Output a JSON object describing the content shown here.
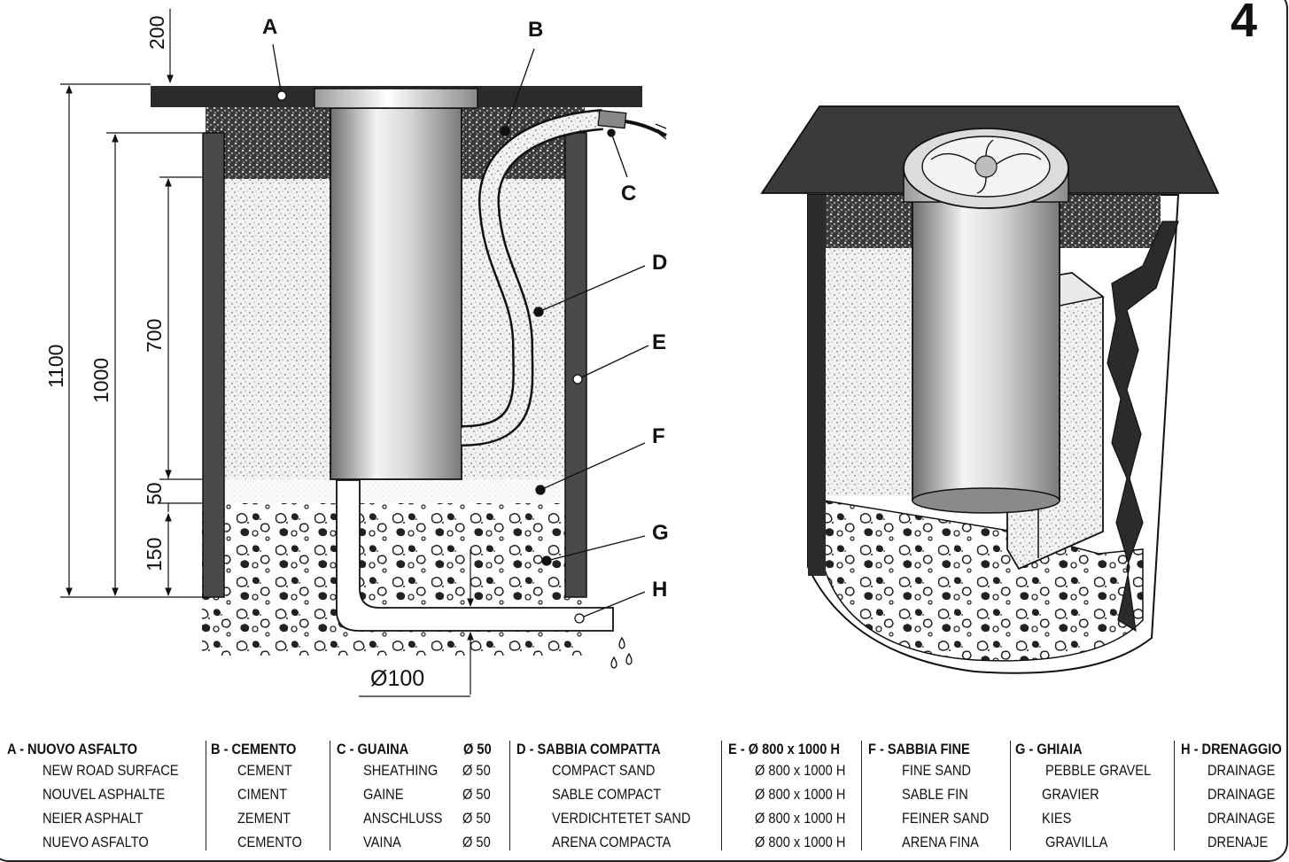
{
  "figure_number": "4",
  "callouts": [
    "A",
    "B",
    "C",
    "D",
    "E",
    "F",
    "G",
    "H"
  ],
  "dimensions": {
    "top_depth": "200",
    "total_1100": "1100",
    "total_1000": "1000",
    "sand_700": "700",
    "fine_sand_50": "50",
    "gravel_150": "150",
    "drain_diameter": "Ø100"
  },
  "legend": [
    {
      "key": "A - NUOVO ASFALTO",
      "value": "",
      "lines": [
        "NEW ROAD SURFACE",
        "NOUVEL ASPHALTE",
        "NEIER ASPHALT",
        "NUEVO ASFALTO"
      ]
    },
    {
      "key": "B - CEMENTO",
      "value": "",
      "lines": [
        "CEMENT",
        "CIMENT",
        "ZEMENT",
        "CEMENTO"
      ]
    },
    {
      "key": "C - GUAINA",
      "value": "Ø 50",
      "lines": [
        "SHEATHING",
        "GAINE",
        "ANSCHLUSS",
        "VAINA"
      ],
      "line_values": [
        "Ø 50",
        "Ø 50",
        "Ø 50",
        "Ø 50"
      ]
    },
    {
      "key": "D - SABBIA COMPATTA",
      "value": "",
      "lines": [
        "COMPACT SAND",
        "SABLE COMPACT",
        "VERDICHTETET SAND",
        "ARENA COMPACTA"
      ]
    },
    {
      "key": "E - Ø 800 x 1000 H",
      "value": "",
      "lines": [
        "Ø 800 x 1000 H",
        "Ø 800 x 1000 H",
        "Ø 800 x 1000 H",
        "Ø 800 x 1000 H"
      ]
    },
    {
      "key": "F - SABBIA FINE",
      "value": "",
      "lines": [
        "FINE SAND",
        "SABLE FIN",
        "FEINER SAND",
        "ARENA FINA"
      ]
    },
    {
      "key": "G - GHIAIA",
      "value": "",
      "lines": [
        "PEBBLE GRAVEL",
        "GRAVIER",
        "KIES",
        "GRAVILLA"
      ]
    },
    {
      "key": "H - DRENAGGIO",
      "value": "",
      "lines": [
        "DRAINAGE",
        "DRAINAGE",
        "DRAINAGE",
        "DRENAJE"
      ]
    }
  ],
  "colors": {
    "asphalt": "#2b2b2b",
    "wall": "#4a4a4a",
    "ink": "#111111"
  }
}
